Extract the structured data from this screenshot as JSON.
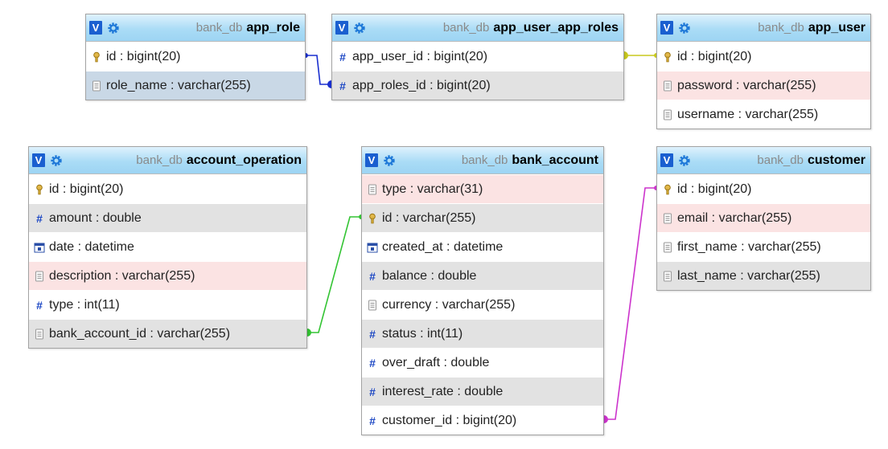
{
  "tables": [
    {
      "id": "app_role",
      "db": "bank_db",
      "name": "app_role",
      "v": "V",
      "fields": [
        {
          "text": "id : bigint(20)",
          "icon": "key",
          "bg": "white"
        },
        {
          "text": "role_name : varchar(255)",
          "icon": "text",
          "bg": "selected"
        }
      ]
    },
    {
      "id": "app_user_app_roles",
      "db": "bank_db",
      "name": "app_user_app_roles",
      "v": "V",
      "fields": [
        {
          "text": "app_user_id : bigint(20)",
          "icon": "number",
          "bg": "white"
        },
        {
          "text": "app_roles_id : bigint(20)",
          "icon": "number",
          "bg": "gray"
        }
      ]
    },
    {
      "id": "app_user",
      "db": "bank_db",
      "name": "app_user",
      "v": "V",
      "fields": [
        {
          "text": "id : bigint(20)",
          "icon": "key",
          "bg": "white"
        },
        {
          "text": "password : varchar(255)",
          "icon": "text",
          "bg": "pink"
        },
        {
          "text": "username : varchar(255)",
          "icon": "text",
          "bg": "white"
        }
      ]
    },
    {
      "id": "account_operation",
      "db": "bank_db",
      "name": "account_operation",
      "v": "V",
      "fields": [
        {
          "text": "id : bigint(20)",
          "icon": "key",
          "bg": "white"
        },
        {
          "text": "amount : double",
          "icon": "number",
          "bg": "gray"
        },
        {
          "text": "date : datetime",
          "icon": "date",
          "bg": "white"
        },
        {
          "text": "description : varchar(255)",
          "icon": "text",
          "bg": "pink"
        },
        {
          "text": "type : int(11)",
          "icon": "number",
          "bg": "white"
        },
        {
          "text": "bank_account_id : varchar(255)",
          "icon": "text",
          "bg": "gray"
        }
      ]
    },
    {
      "id": "bank_account",
      "db": "bank_db",
      "name": "bank_account",
      "v": "V",
      "fields": [
        {
          "text": "type : varchar(31)",
          "icon": "text",
          "bg": "pink"
        },
        {
          "text": "id : varchar(255)",
          "icon": "key",
          "bg": "gray"
        },
        {
          "text": "created_at : datetime",
          "icon": "date",
          "bg": "white"
        },
        {
          "text": "balance : double",
          "icon": "number",
          "bg": "gray"
        },
        {
          "text": "currency : varchar(255)",
          "icon": "text",
          "bg": "white"
        },
        {
          "text": "status : int(11)",
          "icon": "number",
          "bg": "gray"
        },
        {
          "text": "over_draft : double",
          "icon": "number",
          "bg": "white"
        },
        {
          "text": "interest_rate : double",
          "icon": "number",
          "bg": "gray"
        },
        {
          "text": "customer_id : bigint(20)",
          "icon": "number",
          "bg": "white"
        }
      ]
    },
    {
      "id": "customer",
      "db": "bank_db",
      "name": "customer",
      "v": "V",
      "fields": [
        {
          "text": "id : bigint(20)",
          "icon": "key",
          "bg": "white"
        },
        {
          "text": "email : varchar(255)",
          "icon": "text",
          "bg": "pink"
        },
        {
          "text": "first_name : varchar(255)",
          "icon": "text",
          "bg": "white"
        },
        {
          "text": "last_name : varchar(255)",
          "icon": "text",
          "bg": "gray"
        }
      ]
    }
  ],
  "relations": [
    {
      "from": "app_user_app_roles.app_roles_id",
      "to": "app_role.id",
      "color": "#1a2fcf"
    },
    {
      "from": "app_user_app_roles.app_user_id",
      "to": "app_user.id",
      "color": "#c8c81e"
    },
    {
      "from": "account_operation.bank_account_id",
      "to": "bank_account.id",
      "color": "#33c433"
    },
    {
      "from": "bank_account.customer_id",
      "to": "customer.id",
      "color": "#cc33cc"
    }
  ],
  "colors": {
    "header": "#aadcf6",
    "v_button": "#1a5fd0",
    "number_icon": "#1c47c4",
    "pink_row": "#fbe3e3",
    "gray_row": "#e2e2e2",
    "selected_row": "#c9d8e6"
  }
}
